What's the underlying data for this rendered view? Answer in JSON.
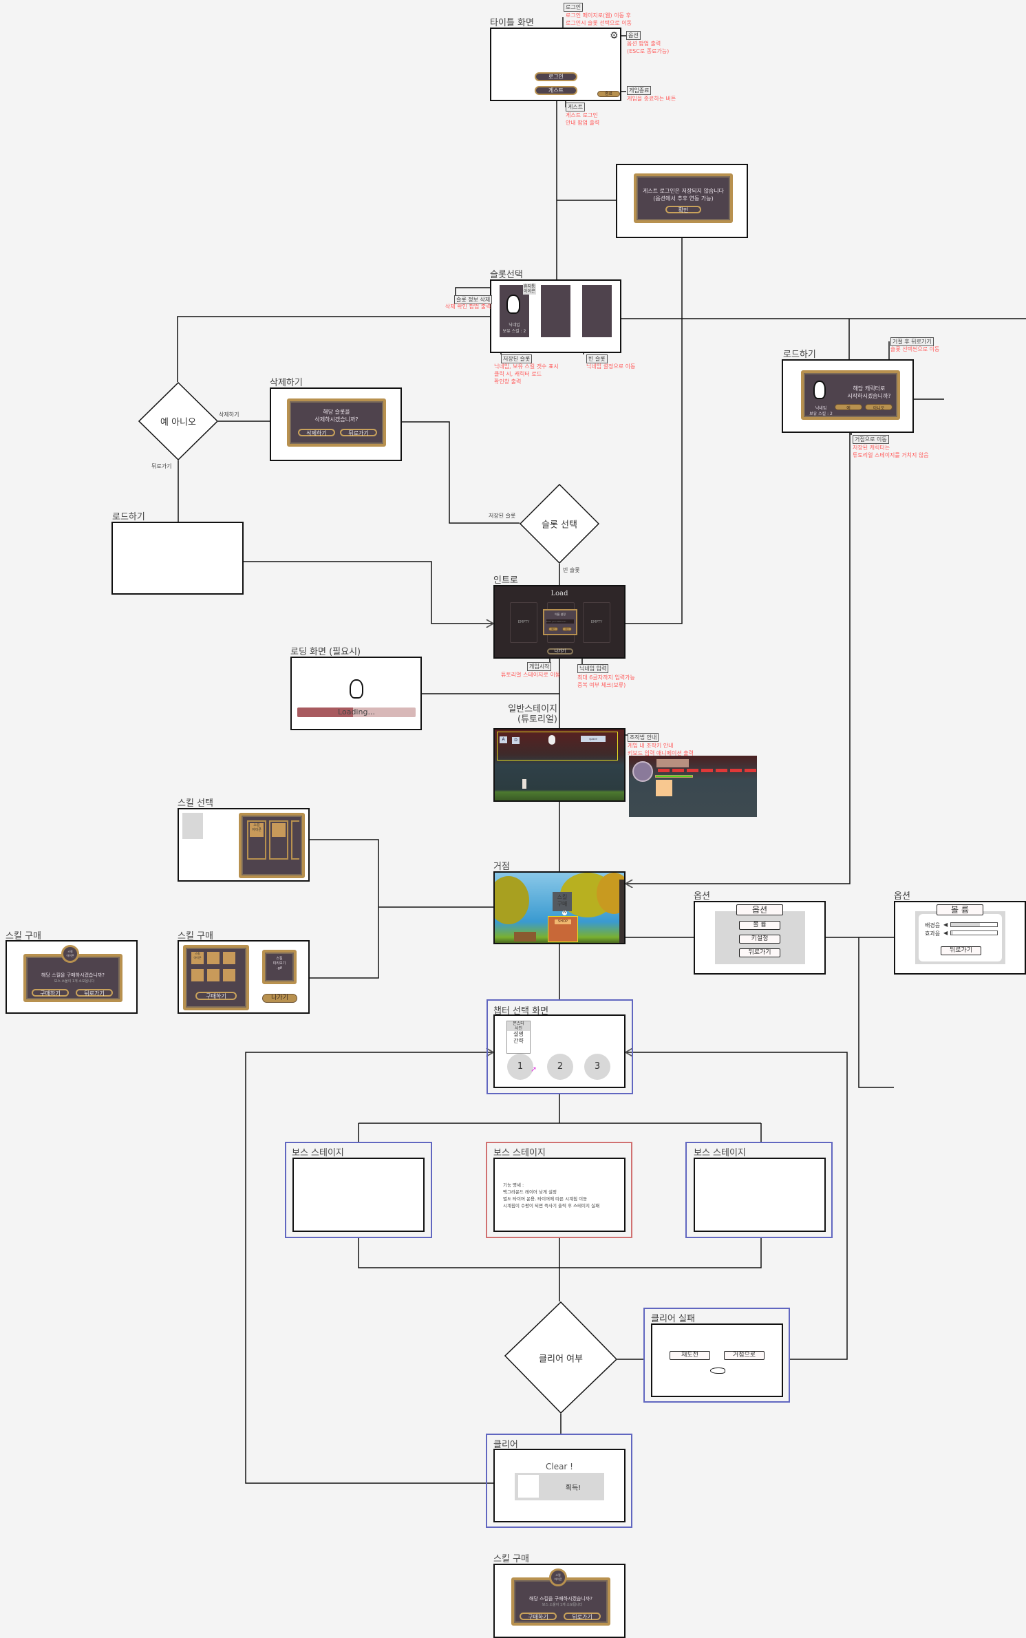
{
  "sections": {
    "title": "타이틀 화면",
    "slot": "슬롯선택",
    "load_right": "로드하기",
    "delete": "삭제하기",
    "load_left": "로드하기",
    "intro": "인트로",
    "loading": "로딩 화면 (필요시)",
    "tutorial": "일반스테이지\n(튜토리얼)",
    "skill_select": "스킬 선택",
    "skill_buy_left": "스킬 구매",
    "skill_buy_right": "스킬 구매",
    "base": "거점",
    "option1": "옵션",
    "option2": "옵션",
    "chapter": "챕터 선택 화면",
    "boss_left": "보스 스테이지",
    "boss_mid": "보스 스테이지",
    "boss_right": "보스 스테이지",
    "clear_fail": "클리어 실패",
    "clear": "클리어",
    "skill_buy_bottom": "스킬 구매"
  },
  "decisions": {
    "delete": "예 아니오",
    "slot": "슬롯 선택",
    "clear": "클리어 여부"
  },
  "edges": {
    "delete_yes": "삭제하기",
    "delete_back": "뒤로가기",
    "saved_slot": "저장된 슬롯",
    "empty_slot": "빈 슬롯"
  },
  "annotations": [
    {
      "tag": "로그인",
      "note": "로그인 페이지로(웹) 이동 후\n로그인시 슬롯 선택으로 이동"
    },
    {
      "tag": "옵션",
      "note": "옵션 팝업 출력\n(ESC로 종료가능)"
    },
    {
      "tag": "게임종료",
      "note": "게임을 종료하는 버튼"
    },
    {
      "tag": "게스트",
      "note": "게스트 로그인\n안내 팝업 출력"
    },
    {
      "tag": "슬롯 정보 삭제",
      "note": "삭제 확인 팝업 출력"
    },
    {
      "tag": "저장된 슬롯",
      "note": "닉네임, 보유 스킬 갯수 표시\n클릭 시, 캐릭터 로드\n확인창 출력"
    },
    {
      "tag": "빈 슬롯",
      "note": "닉네임 설정으로 이동"
    },
    {
      "tag": "거절 후 뒤로가기",
      "note": "슬롯 선택씬으로 이동"
    },
    {
      "tag": "거점으로 이동",
      "note": "저장된 캐릭터는\n튜토리얼 스테이지를 거치지 않음"
    },
    {
      "tag": "게임시작",
      "note": "튜토리얼 스테이지로 이동"
    },
    {
      "tag": "닉네임 입력",
      "note": "최대 6글자까지 입력가능\n중복 여부 체크(보류)"
    },
    {
      "tag": "조작법 안내",
      "note": "게임 내 조작키 안내\n키보드 입력 애니메이션 출력"
    }
  ],
  "title_screen": {
    "login": "로그인",
    "guest": "게스트",
    "exit": "종료",
    "gear": "gear-icon"
  },
  "guest_popup": {
    "message": "게스트 로그인은 저장되지 않습니다\n(옵션에서 추후 연동 가능)",
    "ok": "확인"
  },
  "slot_screen": {
    "trash_tag": "휴지통\n아이콘",
    "nickname": "닉네임",
    "skills": "보유 스킬 : 2"
  },
  "load_popup": {
    "message": "해당 캐릭터로\n시작하시겠습니까?",
    "nickname": "닉네임",
    "skills": "보유 스킬 : 2",
    "yes": "예",
    "no": "아니오"
  },
  "delete_popup": {
    "message": "해당 슬롯을\n삭제하시겠습니까?",
    "delete": "삭제하기",
    "back": "뒤로가기"
  },
  "intro_screen": {
    "title": "Load",
    "empty1": "EMPTY",
    "empty2": "EMPTY",
    "dialog_title": "이름 설정",
    "placeholder": "Enter your Nickname...",
    "confirm": "확인",
    "cancel": "취소",
    "exit": "나가기"
  },
  "loading_screen": {
    "text": "Loading...",
    "progress": 0.47
  },
  "tutorial_screen": {
    "key_a": "A",
    "key_d": "D",
    "space": "space"
  },
  "base_screen": {
    "sign": "스킬\n구매",
    "shop": "SHOP",
    "key": "W"
  },
  "skill_select_screen": {
    "icon": "스킬\n아이콘"
  },
  "skill_buy_left": {
    "icon": "스킬\n아이콘",
    "message": "해당 스킬을 구매하시겠습니까?",
    "cost": "보스 소울이 1개 소모됩니다",
    "buy": "구매하기",
    "back": "뒤로가기"
  },
  "skill_buy_right": {
    "icon": "스킬\n아이콘",
    "preview": "스킬\n미리보기\n.gif",
    "buy": "구매하기",
    "exit": "나가기"
  },
  "option_menu": {
    "title": "옵션",
    "volume": "볼 륨",
    "keys": "키설정",
    "back": "뒤로가기"
  },
  "volume_menu": {
    "title": "볼 륨",
    "bgm": "배경음",
    "sfx": "효과음",
    "bgm_level": 0.62,
    "sfx_level": 0.05,
    "back": "뒤로가기"
  },
  "chapter_screen": {
    "info": [
      "몬스터\n사진",
      "설명",
      "간략"
    ],
    "chapters": [
      "1",
      "2",
      "3"
    ]
  },
  "boss_mid": {
    "spec": "기능 명세 :\n백그라운드 레이어 낮게 설정\n별도 타이머 운용, 타이머에 따른 시계침 이동\n시계침이 수평이 되면 즉사기 출력 후 스테이지 실패"
  },
  "clear_fail_screen": {
    "retry": "재도전",
    "to_base": "거점으로"
  },
  "clear_screen": {
    "title": "Clear !",
    "reward": "획득!"
  },
  "skill_buy_bottom": {
    "icon": "스킬\n아이콘",
    "message": "해당 스킬을 구매하시겠습니까?",
    "cost": "보스 소울이 1개 소모됩니다",
    "buy": "구매하기",
    "back": "뒤로가기"
  },
  "colors": {
    "annotation": "#ff5a5a",
    "panel": "#4f434d",
    "gold": "#b8914f",
    "frame_blue": "#6066c0",
    "frame_red": "#d07070"
  }
}
